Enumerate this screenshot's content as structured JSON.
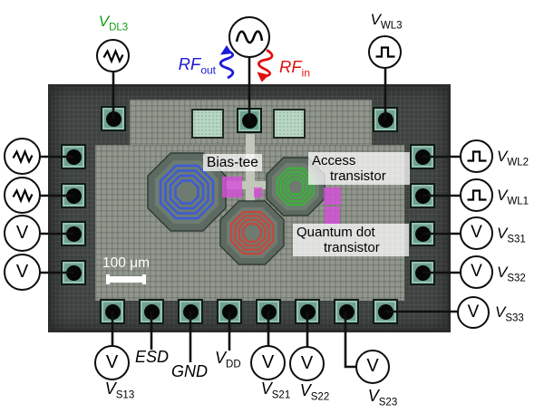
{
  "chip_annotations": {
    "bias_tee": "Bias-tee",
    "access_transistor": {
      "line1": "Access",
      "line2": "transistor"
    },
    "quantum_dot_transistor": {
      "line1": "Quantum dot",
      "line2": "transistor"
    },
    "scale_bar": "100 μm"
  },
  "rf": {
    "out": {
      "main": "RF",
      "sub": "out"
    },
    "in": {
      "main": "RF",
      "sub": "in"
    }
  },
  "terminals": {
    "top": {
      "vdl3": {
        "main": "V",
        "sub": "DL3"
      },
      "vwl3": {
        "main": "V",
        "sub": "WL3"
      }
    },
    "right": [
      {
        "main": "V",
        "sub": "WL2"
      },
      {
        "main": "V",
        "sub": "WL1"
      },
      {
        "main": "V",
        "sub": "S31"
      },
      {
        "main": "V",
        "sub": "S32"
      },
      {
        "main": "V",
        "sub": "S33"
      }
    ],
    "bottom": [
      {
        "main": "V",
        "sub": "S13"
      },
      {
        "text": "ESD"
      },
      {
        "text": "GND"
      },
      {
        "main": "V",
        "sub": "DD"
      },
      {
        "main": "V",
        "sub": "S21"
      },
      {
        "main": "V",
        "sub": "S22"
      },
      {
        "main": "V",
        "sub": "S23"
      }
    ]
  },
  "source_symbols": {
    "voltage": "V"
  },
  "colors": {
    "vdl3_label": "#129c12",
    "rf_out": "#1a1ad8",
    "rf_in": "#e01010",
    "highlight_magenta": "#d44fd8",
    "inductor_blue": "#3b5bd8",
    "inductor_green": "#3fae3e",
    "inductor_red": "#c04a41",
    "bond_pad": "#6fa193",
    "capacitor": "#b7d6c3"
  }
}
